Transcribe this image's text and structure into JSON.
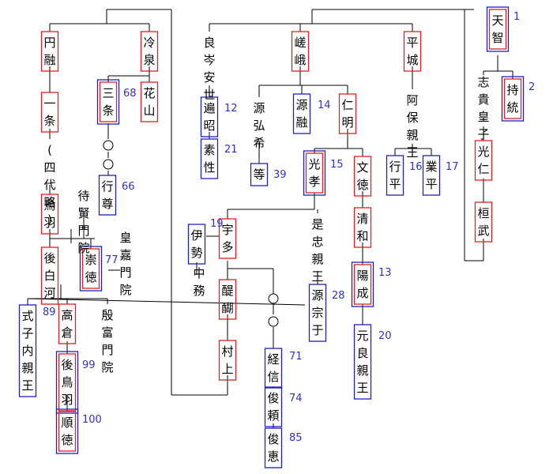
{
  "colors": {
    "emperor_border": "#e02020",
    "poet_border": "#2020c0",
    "line": "#000000",
    "number": "#3030cc"
  },
  "persons": [
    {
      "id": "tenji",
      "name": "天智",
      "num": "1",
      "style": "both"
    },
    {
      "id": "jito",
      "name": "持統",
      "num": "2",
      "style": "both"
    },
    {
      "id": "shiki",
      "name": "志貴皇子",
      "style": "none"
    },
    {
      "id": "konin",
      "name": "光仁",
      "style": "red"
    },
    {
      "id": "kanmu",
      "name": "桓武",
      "style": "red"
    },
    {
      "id": "heizei",
      "name": "平城",
      "style": "red"
    },
    {
      "id": "saga",
      "name": "嵯峨",
      "style": "red"
    },
    {
      "id": "yoshiminenoyasuyo",
      "name": "良岑安世",
      "style": "none"
    },
    {
      "id": "henjo",
      "name": "遍昭",
      "num": "12",
      "style": "blue"
    },
    {
      "id": "sosei",
      "name": "素性",
      "num": "21",
      "style": "blue"
    },
    {
      "id": "minamotonohiromare",
      "name": "源弘希",
      "style": "none"
    },
    {
      "id": "hitoshi",
      "name": "等",
      "num": "39",
      "style": "blue"
    },
    {
      "id": "toru",
      "name": "源融",
      "num": "14",
      "style": "blue"
    },
    {
      "id": "ninmyo",
      "name": "仁明",
      "style": "red"
    },
    {
      "id": "koko",
      "name": "光孝",
      "num": "15",
      "style": "both"
    },
    {
      "id": "montoku",
      "name": "文徳",
      "style": "red"
    },
    {
      "id": "seiwa",
      "name": "清和",
      "style": "red"
    },
    {
      "id": "yozei",
      "name": "陽成",
      "num": "13",
      "style": "both"
    },
    {
      "id": "motoyoshi",
      "name": "元良親王",
      "num": "20",
      "style": "blue"
    },
    {
      "id": "abo",
      "name": "阿保親王",
      "style": "none"
    },
    {
      "id": "yukihira",
      "name": "行平",
      "num": "16",
      "style": "blue"
    },
    {
      "id": "narihira",
      "name": "業平",
      "num": "17",
      "style": "blue"
    },
    {
      "id": "uda",
      "name": "宇多",
      "style": "red"
    },
    {
      "id": "ise",
      "name": "伊勢",
      "num": "19",
      "style": "blue"
    },
    {
      "id": "nakatsukasa",
      "name": "中務",
      "style": "none"
    },
    {
      "id": "koretada",
      "name": "是忠親王",
      "style": "none"
    },
    {
      "id": "muneyuki",
      "name": "源宗于",
      "num": "28",
      "style": "blue"
    },
    {
      "id": "daigo",
      "name": "醍醐",
      "style": "red"
    },
    {
      "id": "murakami",
      "name": "村上",
      "style": "red"
    },
    {
      "id": "tsunenobu",
      "name": "経信",
      "num": "71",
      "style": "blue"
    },
    {
      "id": "toshiyori",
      "name": "俊頼",
      "num": "74",
      "style": "blue"
    },
    {
      "id": "shune",
      "name": "俊恵",
      "num": "85",
      "style": "blue"
    },
    {
      "id": "reizei",
      "name": "冷泉",
      "style": "red"
    },
    {
      "id": "enyu",
      "name": "円融",
      "style": "red"
    },
    {
      "id": "ichijo",
      "name": "一条",
      "style": "red"
    },
    {
      "id": "yondairyaku",
      "name": "(四代略)",
      "style": "none"
    },
    {
      "id": "toba",
      "name": "鳥羽",
      "style": "red"
    },
    {
      "id": "taikenmonin",
      "name": "待賢門院",
      "style": "none"
    },
    {
      "id": "goshirakawa",
      "name": "後白河",
      "style": "red"
    },
    {
      "id": "sutoku",
      "name": "崇徳",
      "num": "77",
      "style": "both"
    },
    {
      "id": "kokamonin",
      "name": "皇嘉門院",
      "style": "none"
    },
    {
      "id": "shikishi",
      "name": "式子内親王",
      "num": "89",
      "style": "blue"
    },
    {
      "id": "takakura",
      "name": "高倉",
      "style": "red"
    },
    {
      "id": "intomonin",
      "name": "殷富門院",
      "style": "none"
    },
    {
      "id": "gotoba",
      "name": "後鳥羽",
      "num": "99",
      "style": "both"
    },
    {
      "id": "juntoku",
      "name": "順徳",
      "num": "100",
      "style": "both"
    },
    {
      "id": "kazan",
      "name": "花山",
      "style": "red"
    },
    {
      "id": "sanjo",
      "name": "三条",
      "num": "68",
      "style": "both"
    },
    {
      "id": "gyoson",
      "name": "行尊",
      "num": "66",
      "style": "blue"
    }
  ]
}
